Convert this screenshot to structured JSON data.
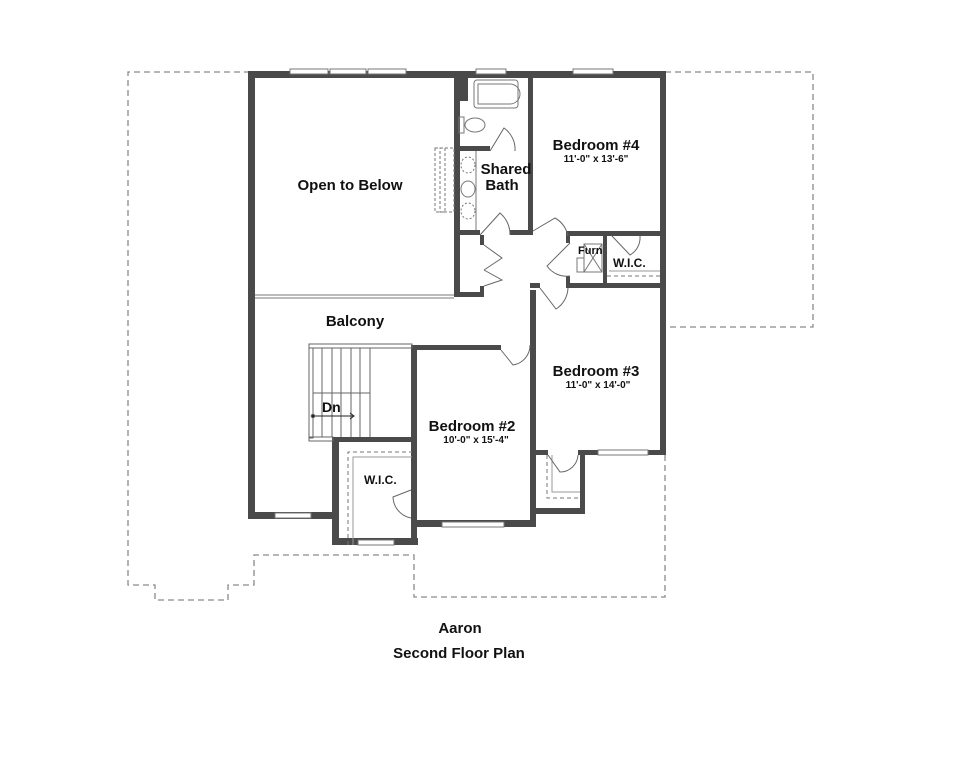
{
  "plan": {
    "name": "Aaron",
    "subtitle": "Second Floor Plan"
  },
  "rooms": {
    "open_to_below": {
      "label": "Open to Below"
    },
    "shared_bath": {
      "label_line1": "Shared",
      "label_line2": "Bath"
    },
    "bedroom4": {
      "label": "Bedroom #4",
      "dims": "11'-0\" x 13'-6\""
    },
    "furnace": {
      "label": "Furn"
    },
    "wic_bed4": {
      "label": "W.I.C."
    },
    "balcony": {
      "label": "Balcony"
    },
    "stairs": {
      "label": "Dn"
    },
    "bedroom3": {
      "label": "Bedroom #3",
      "dims": "11'-0\" x 14'-0\""
    },
    "bedroom2": {
      "label": "Bedroom #2",
      "dims": "10'-0\" x 15'-4\""
    },
    "wic_bed2": {
      "label": "W.I.C."
    }
  },
  "colors": {
    "wall": "#4a4a4a",
    "dashed_outline": "#8a8a8a",
    "fixture": "#777777",
    "text": "#111111"
  }
}
